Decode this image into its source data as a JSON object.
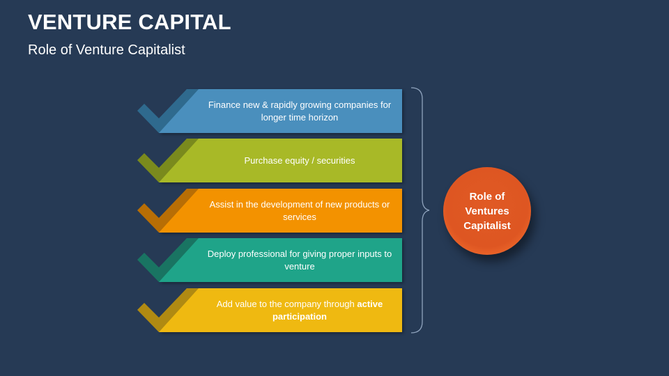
{
  "header": {
    "title": "VENTURE CAPITAL",
    "subtitle": "Role of Venture Capitalist"
  },
  "items": [
    {
      "text": "Finance new & rapidly growing companies for longer time horizon",
      "text_bold": "",
      "color": "#4a8fbd",
      "check_color": "#2f6a8e",
      "icon": "checkmark-icon"
    },
    {
      "text": "Purchase equity / securities",
      "text_bold": "",
      "color": "#a8b927",
      "check_color": "#7a8a1d",
      "icon": "checkmark-icon"
    },
    {
      "text": "Assist in the development of new products or services",
      "text_bold": "",
      "color": "#f39200",
      "check_color": "#b86e05",
      "icon": "checkmark-icon"
    },
    {
      "text": "Deploy professional for giving proper inputs to venture",
      "text_bold": "",
      "color": "#1fa489",
      "check_color": "#197462",
      "icon": "checkmark-icon"
    },
    {
      "text": "Add value to the company through ",
      "text_bold": "active participation",
      "color": "#efb911",
      "check_color": "#b08a12",
      "icon": "checkmark-icon"
    }
  ],
  "center": {
    "label": "Role of Ventures Capitalist",
    "color": "#de5622"
  },
  "colors": {
    "background": "#263a55",
    "brace": "#8fa3bd"
  }
}
